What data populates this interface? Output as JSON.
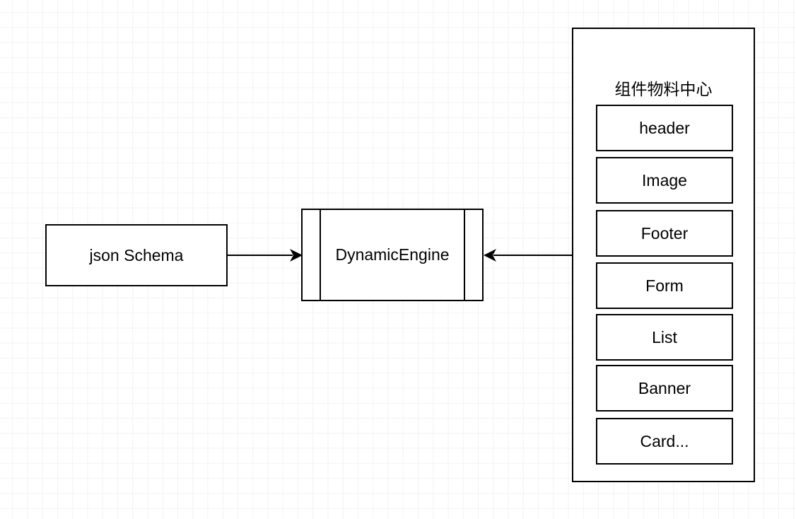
{
  "diagram": {
    "schema_label": "json Schema",
    "engine_label": "DynamicEngine",
    "center": {
      "title": "组件物料中心",
      "items": [
        "header",
        "Image",
        "Footer",
        "Form",
        "List",
        "Banner",
        "Card..."
      ]
    }
  }
}
